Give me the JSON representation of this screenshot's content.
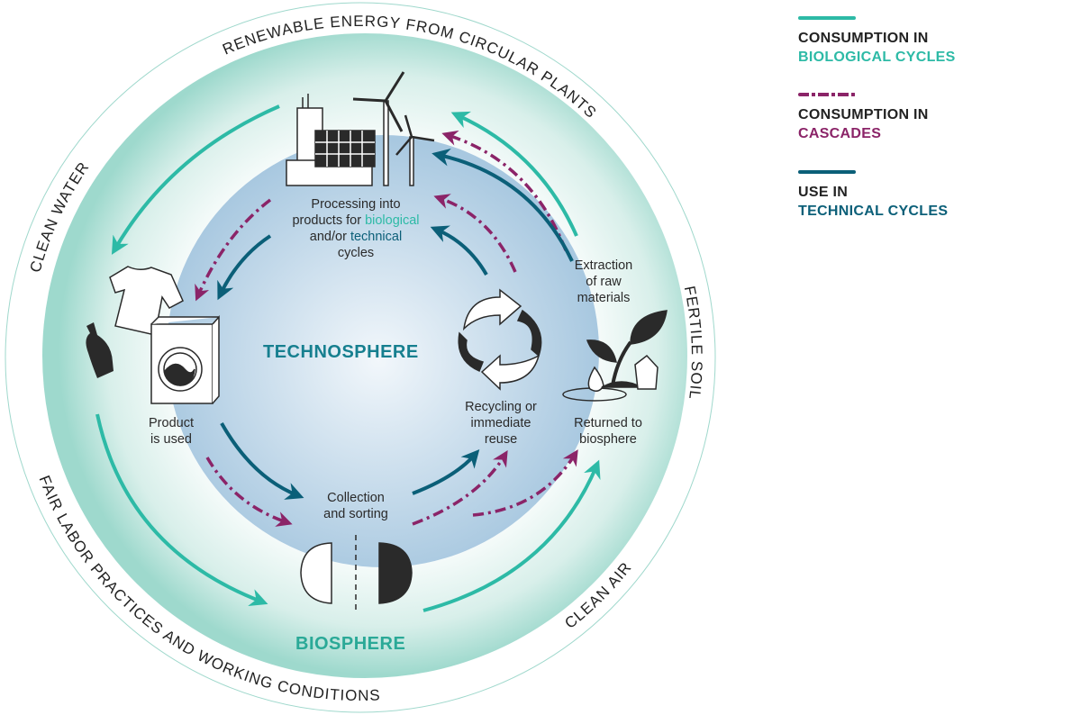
{
  "colors": {
    "biological": "#2dbaa6",
    "cascades": "#8b2468",
    "technical": "#0b5f78",
    "sphere_text_tech": "#167f8f",
    "sphere_text_bio": "#2aa997"
  },
  "ring": {
    "top": "RENEWABLE ENERGY FROM CIRCULAR PLANTS",
    "left": "CLEAN WATER",
    "right": "FERTILE SOIL",
    "bottom_left": "FAIR LABOR PRACTICES AND WORKING CONDITIONS",
    "bottom_right": "CLEAN AIR"
  },
  "spheres": {
    "technosphere": "TECHNOSPHERE",
    "biosphere": "BIOSPHERE"
  },
  "labels": {
    "processing": {
      "line1": "Processing into",
      "line2a": "products for ",
      "bio": "biological",
      "line3a": "and/or ",
      "tech": "technical",
      "line4": "cycles"
    },
    "product_used": {
      "line1": "Product",
      "line2": "is used"
    },
    "collection": {
      "line1": "Collection",
      "line2": "and sorting"
    },
    "recycling": {
      "line1": "Recycling or",
      "line2": "immediate",
      "line3": "reuse"
    },
    "extraction": {
      "line1": "Extraction",
      "line2": "of raw",
      "line3": "materials"
    },
    "returned": {
      "line1": "Returned to",
      "line2": "biosphere"
    }
  },
  "legend": [
    {
      "line1": "CONSUMPTION IN",
      "line2": "BIOLOGICAL CYCLES",
      "style": "solid",
      "color": "#2dbaa6"
    },
    {
      "line1": "CONSUMPTION IN",
      "line2": "CASCADES",
      "style": "dash-dot",
      "color": "#8b2468"
    },
    {
      "line1": "USE IN",
      "line2": "TECHNICAL CYCLES",
      "style": "solid",
      "color": "#0b5f78"
    }
  ]
}
